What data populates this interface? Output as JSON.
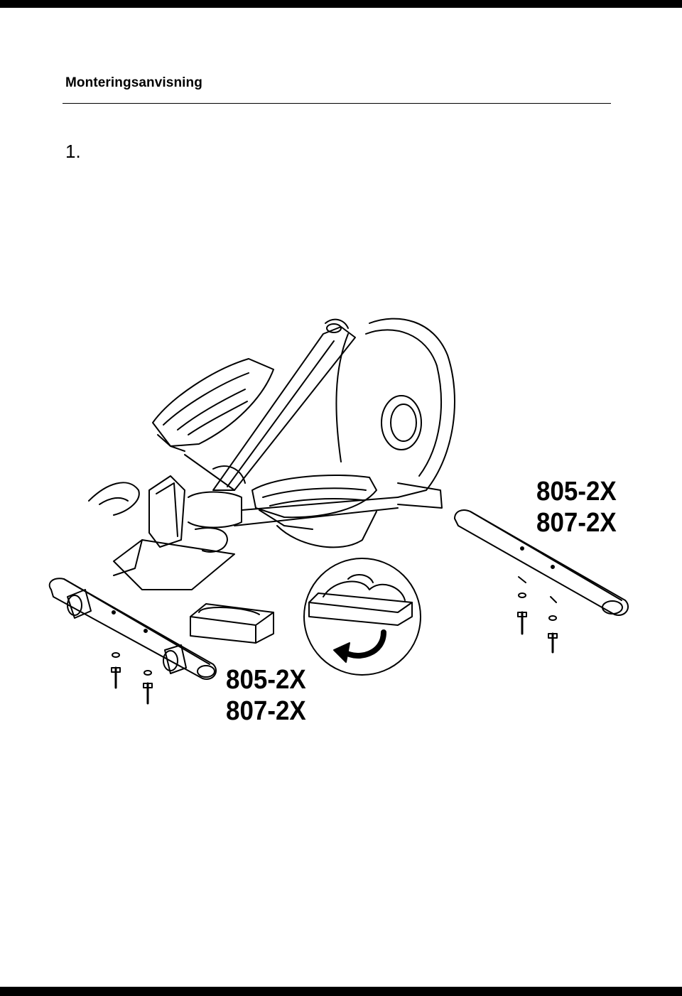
{
  "header": {
    "title": "Monteringsanvisning"
  },
  "step": {
    "number": "1."
  },
  "labels": {
    "rear": {
      "line1": "805-2X",
      "line2": "807-2X"
    },
    "front": {
      "line1": "805-2X",
      "line2": "807-2X"
    }
  },
  "icons": {
    "arrow": "curved-arrow-icon",
    "detail": "magnifier-detail-circle"
  }
}
